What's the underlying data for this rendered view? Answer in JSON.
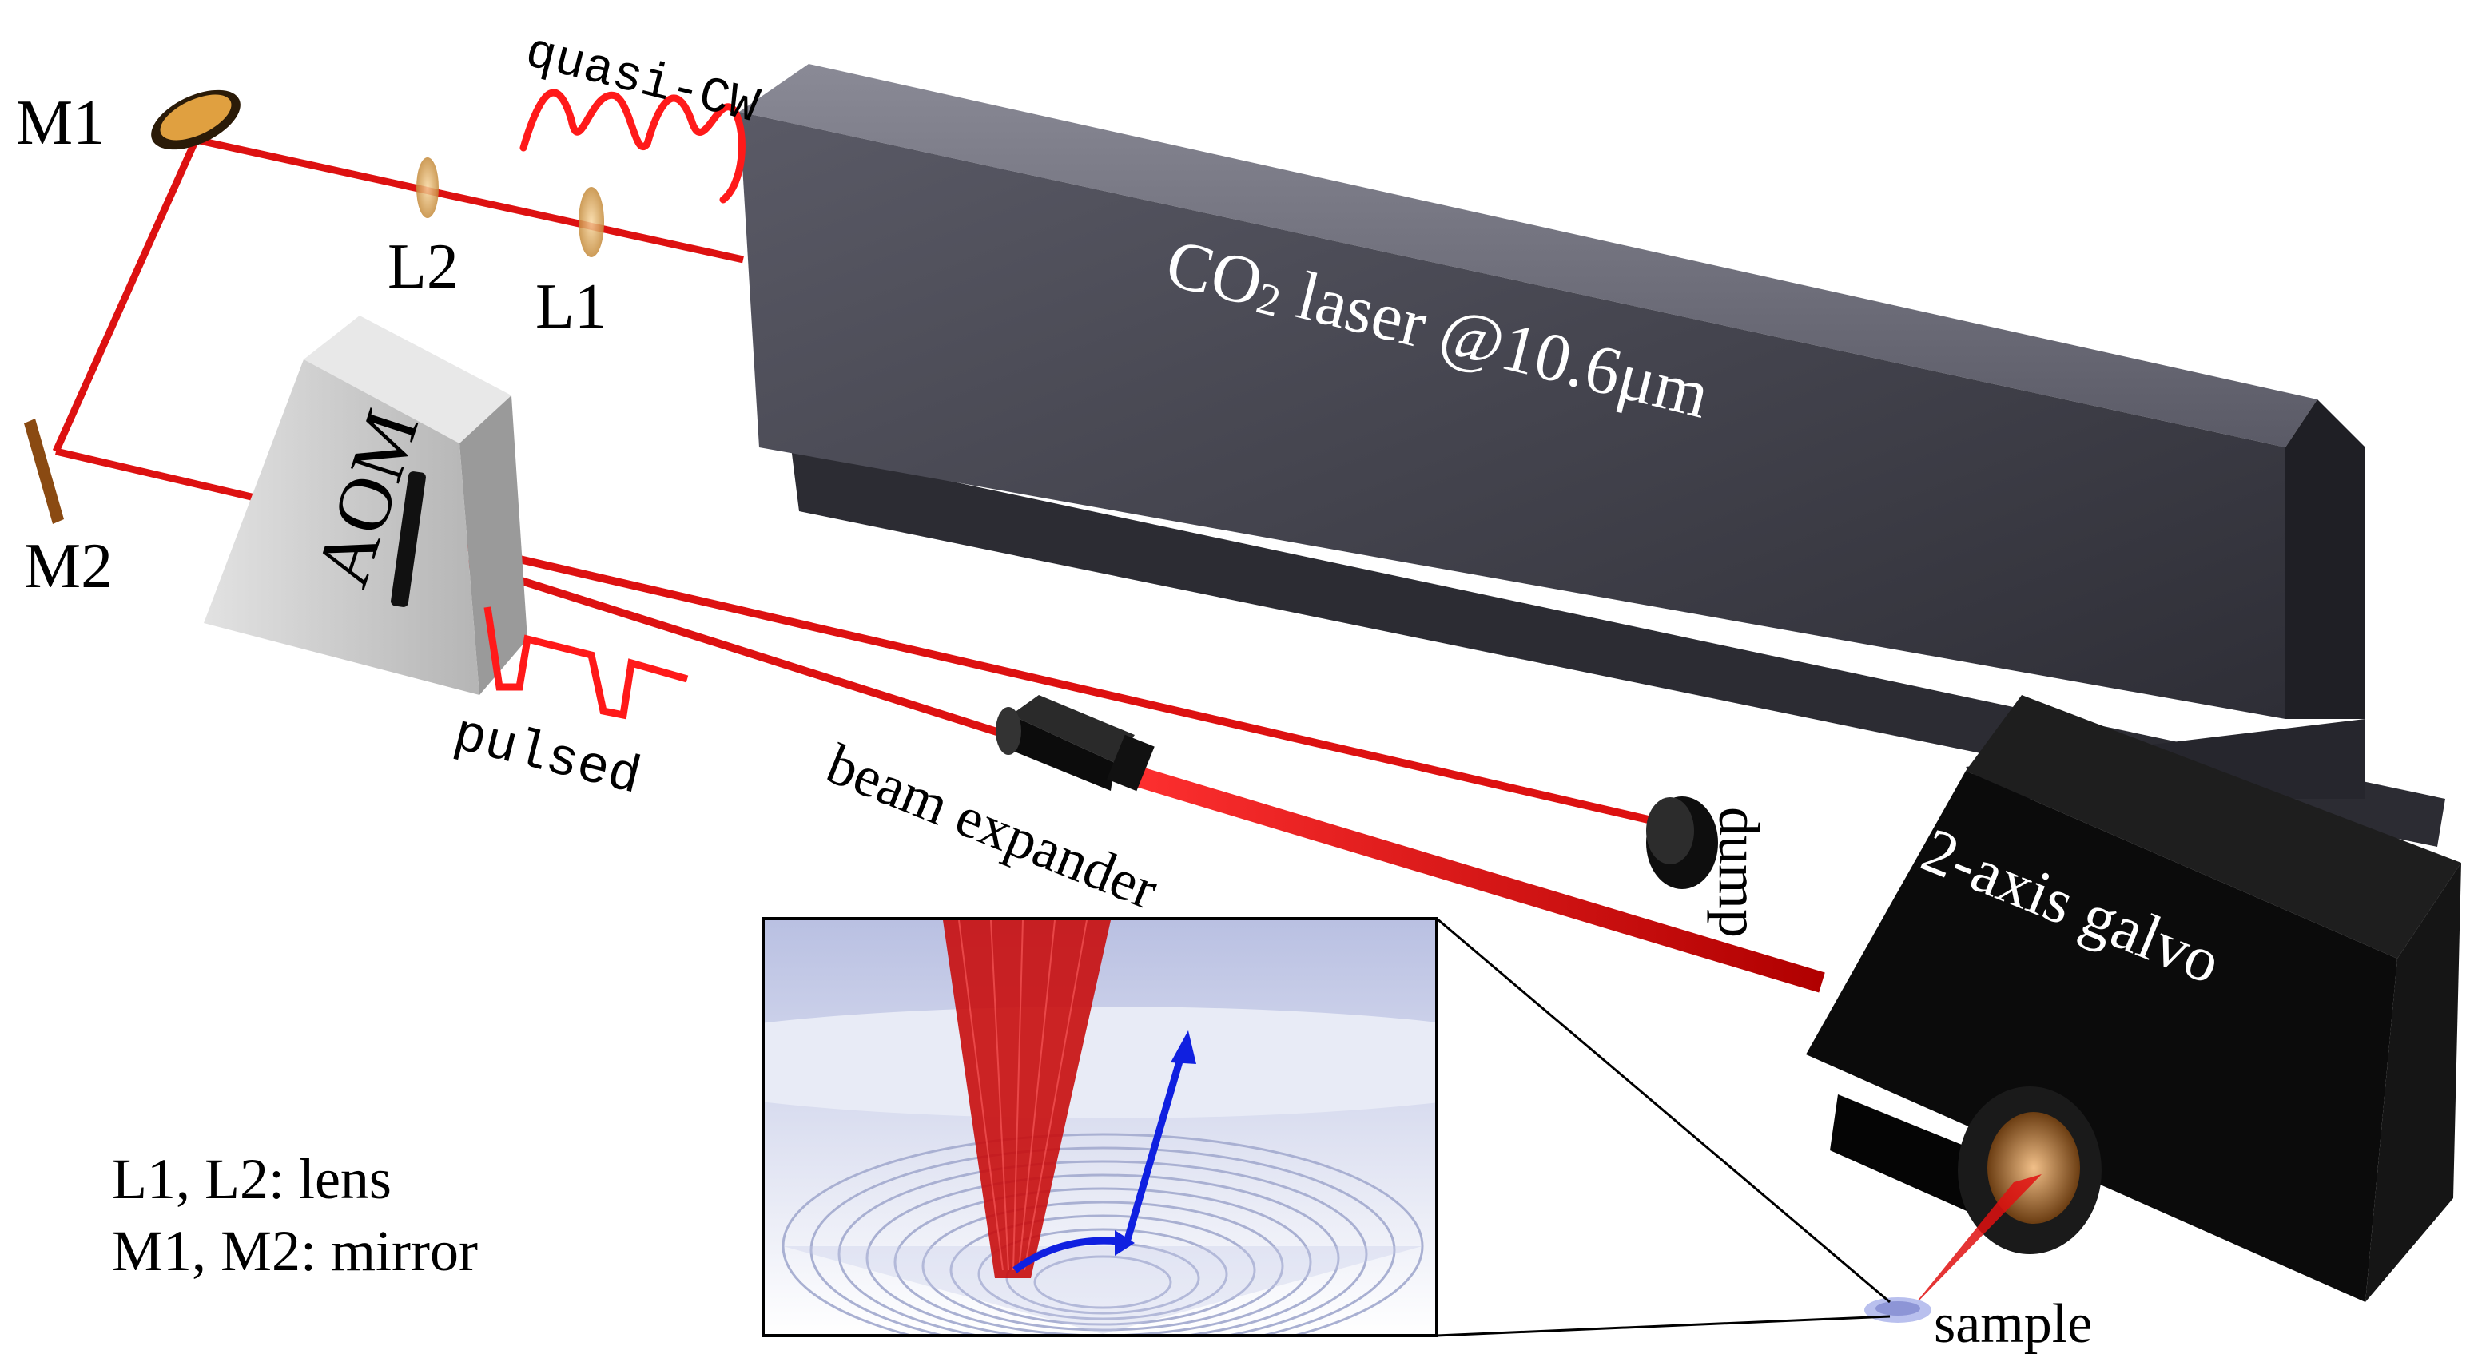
{
  "labels": {
    "m1": "M1",
    "m2": "M2",
    "l1": "L1",
    "l2": "L2",
    "quasi_cw": "quasi-CW",
    "aom": "AOM",
    "pulsed": "pulsed",
    "co2_prefix": "CO",
    "co2_sub": "2",
    "co2_suffix": " laser @10.6μm",
    "beam_expander": "beam expander",
    "dump": "dump",
    "galvo": "2-axis galvo",
    "sample": "sample"
  },
  "legend": {
    "line1": "L1, L2: lens",
    "line2": "M1, M2: mirror"
  },
  "colors": {
    "beam": "#dd1111",
    "waveform": "#ff1a1a",
    "laser_body": "#4a4a54",
    "galvo_body": "#0c0c0c",
    "aom_body": "#c9c9c9",
    "inset_bg": "#bfc6e4",
    "scan_arrow": "#1020e0"
  }
}
